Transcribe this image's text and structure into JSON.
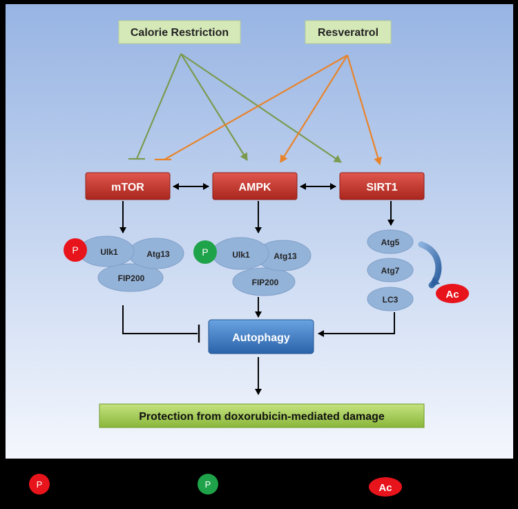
{
  "inputs": {
    "calorie_restriction": "Calorie Restriction",
    "resveratrol": "Resveratrol"
  },
  "kinases": {
    "mtor": "mTOR",
    "ampk": "AMPK",
    "sirt1": "SIRT1"
  },
  "complex_left": {
    "ulk1": "Ulk1",
    "atg13": "Atg13",
    "fip200": "FIP200",
    "mark": "P"
  },
  "complex_mid": {
    "ulk1": "Ulk1",
    "atg13": "Atg13",
    "fip200": "FIP200",
    "mark": "P"
  },
  "sirt1_targets": {
    "atg5": "Atg5",
    "atg7": "Atg7",
    "lc3": "LC3",
    "mark": "Ac"
  },
  "autophagy": "Autophagy",
  "outcome": "Protection from doxorubicin-mediated damage",
  "legend": {
    "red_p": "P",
    "green_p": "P",
    "ac": "Ac"
  },
  "colors": {
    "calorie_arrow": "#7a9a4e",
    "resveratrol_arrow": "#e8832a",
    "kinase_box": "#c0392b",
    "phospho_inhibit": "#e8141c",
    "phospho_activate": "#1fa34a",
    "acetyl": "#e8141c",
    "autophagy_box": "#3a78c2",
    "outcome_box": "#9ac547",
    "input_box": "#d5e8b8",
    "protein_ellipse": "#94b3d9"
  }
}
